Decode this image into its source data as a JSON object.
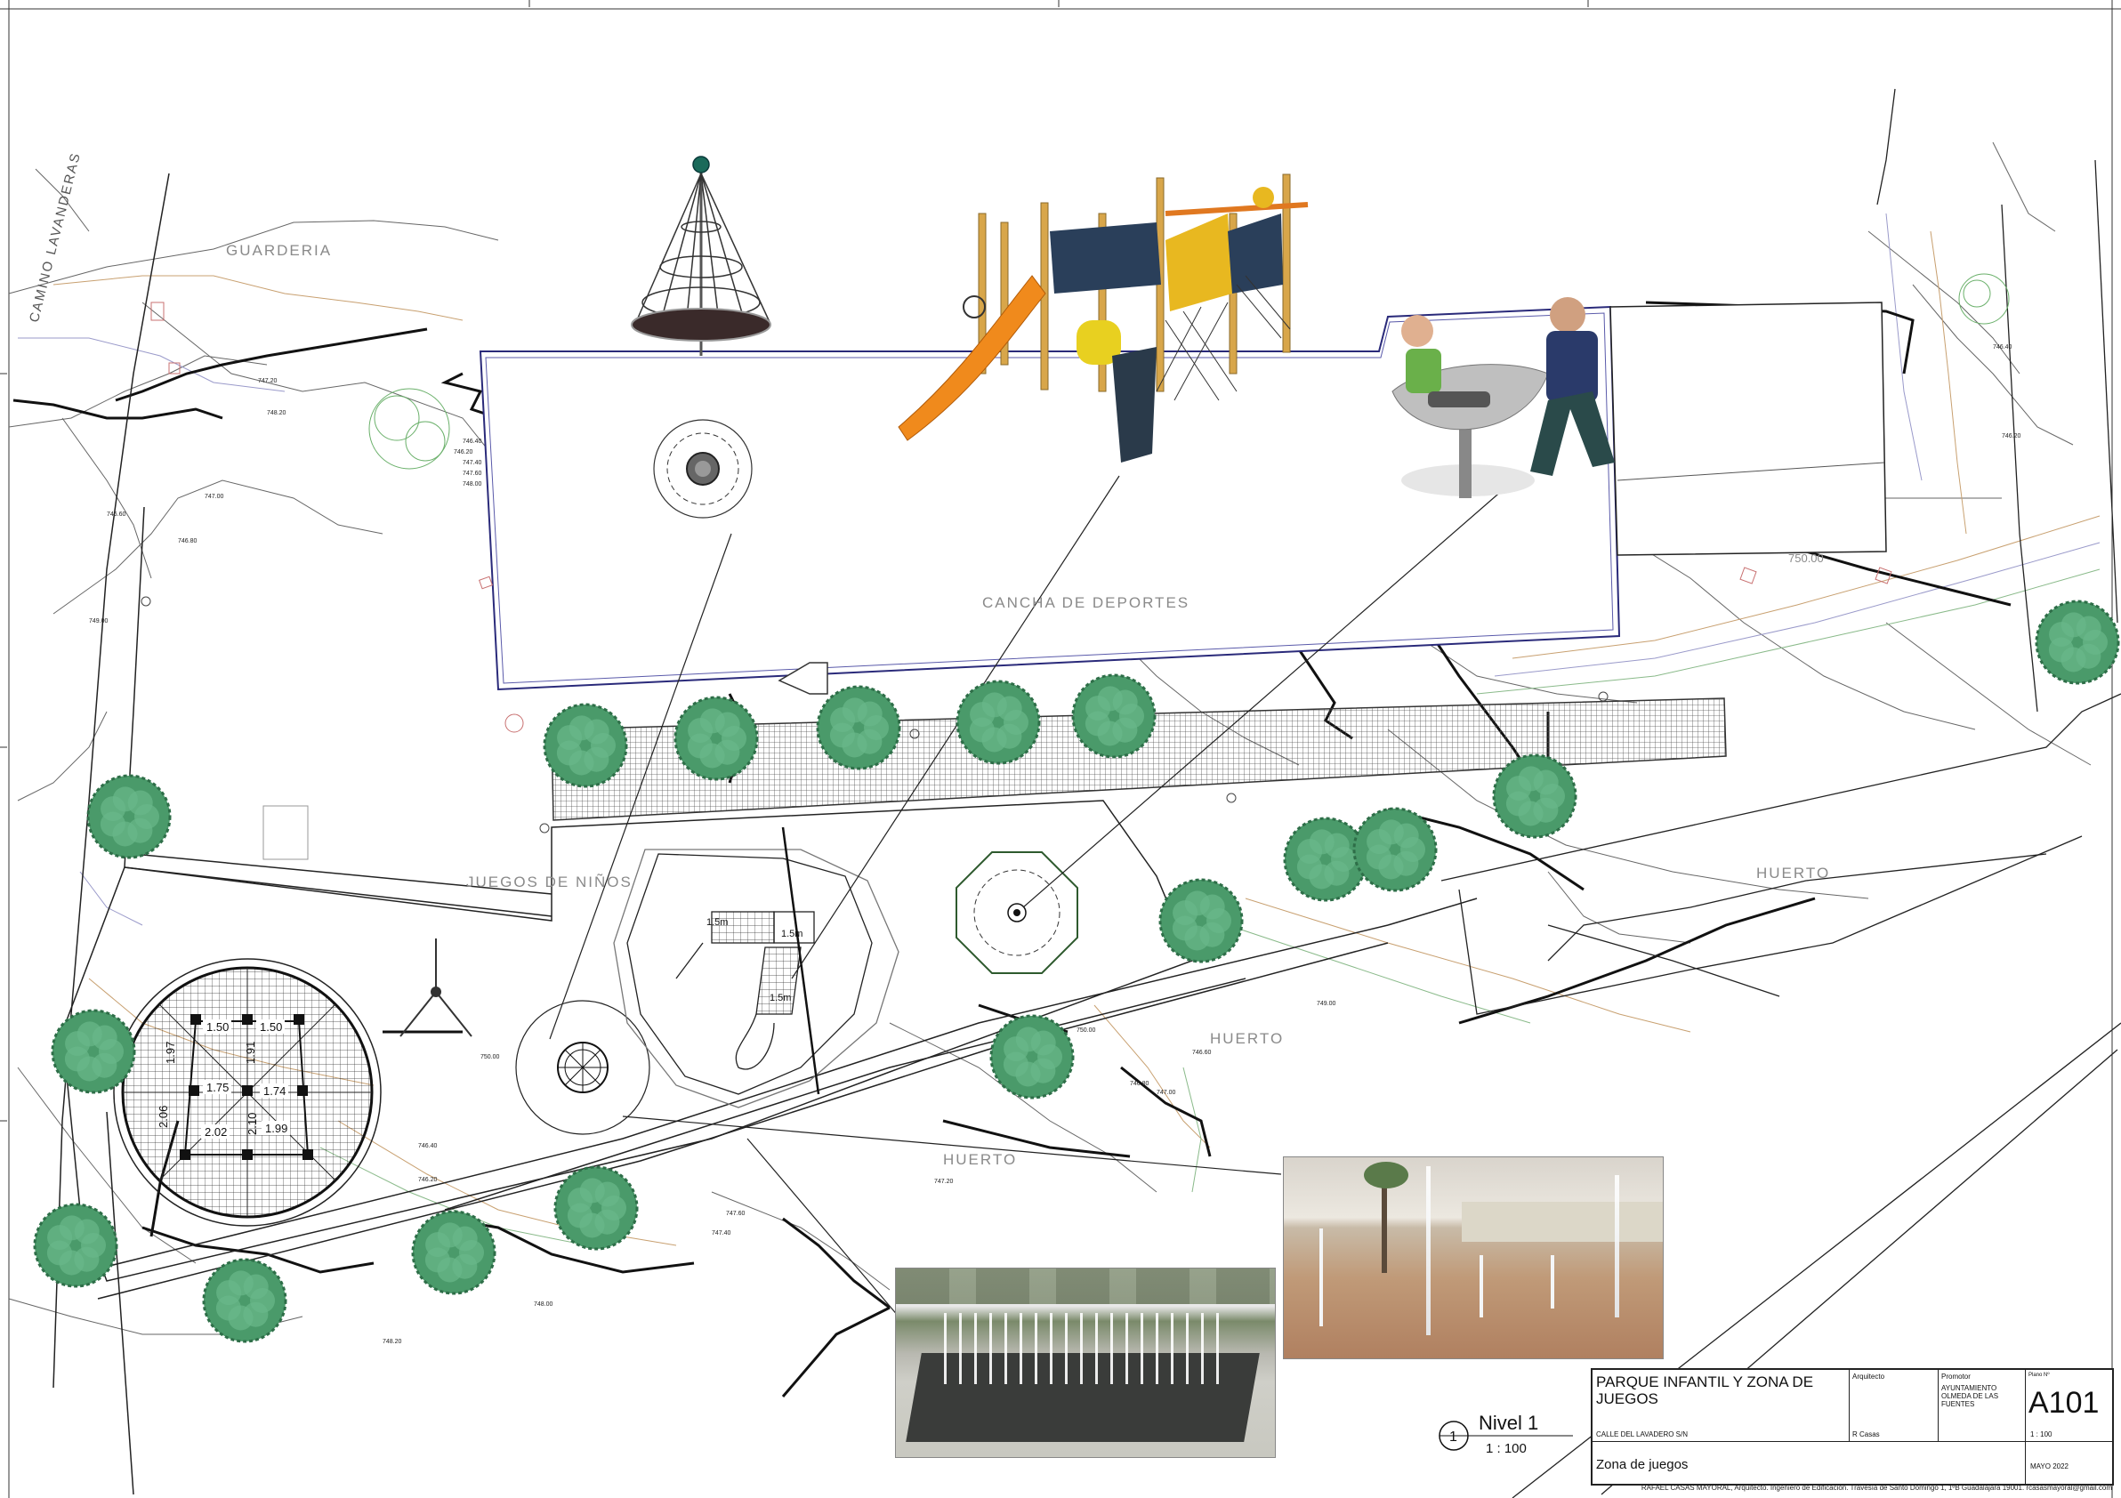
{
  "labels": {
    "guarderia": "GUARDERIA",
    "camino": "CAMINO LAVANDERAS",
    "cancha": "CANCHA DE DEPORTES",
    "juegos": "JUEGOS DE NIÑOS",
    "huerto_1": "HUERTO",
    "huerto_2": "HUERTO",
    "huerto_3": "HUERTO",
    "contour_750": "750.00"
  },
  "contours": [
    "746.40",
    "746.20",
    "747.40",
    "747.60",
    "748.00",
    "748.20",
    "747.20",
    "747.00",
    "746.80",
    "746.60",
    "749.00",
    "750.00"
  ],
  "net_dims": [
    "1.50",
    "1.50",
    "1.97",
    "1.91",
    "1.75",
    "1.74",
    "2.06",
    "2.10",
    "2.02",
    "1.99"
  ],
  "slide_dims": [
    "1.5m",
    "1.5m",
    "1.5m"
  ],
  "title_block": {
    "project_title": "PARQUE INFANTIL Y ZONA DE JUEGOS",
    "address": "CALLE DEL LAVADERO S/N",
    "architect_label": "Arquitecto",
    "architect_name": "R Casas",
    "promoter_label": "Promotor",
    "promoter_name": "AYUNTAMIENTO OLMEDA DE LAS FUENTES",
    "plan_label": "Plano Nº",
    "sheet_number": "A101",
    "sheet_scale": "1 : 100",
    "sheet_name": "Zona de juegos",
    "date": "MAYO 2022"
  },
  "view": {
    "marker": "1",
    "name": "Nivel 1",
    "scale": "1 : 100"
  },
  "footer": "RAFAEL CASAS MAYORAL, Arquitecto. Ingeniero de Edificación. Travesía de Santo Domingo 1, 1ºB Guadalajara 19001.   rcasasmayoral@gmail.com",
  "colors": {
    "tree_fill": "#4a9a6a",
    "tree_edge": "#2e6e48",
    "slide": "#f08a1c",
    "structure": "#2a3f5a",
    "fountain_floor": "#b89a7a",
    "sky_gray": "#d9d4cc"
  }
}
